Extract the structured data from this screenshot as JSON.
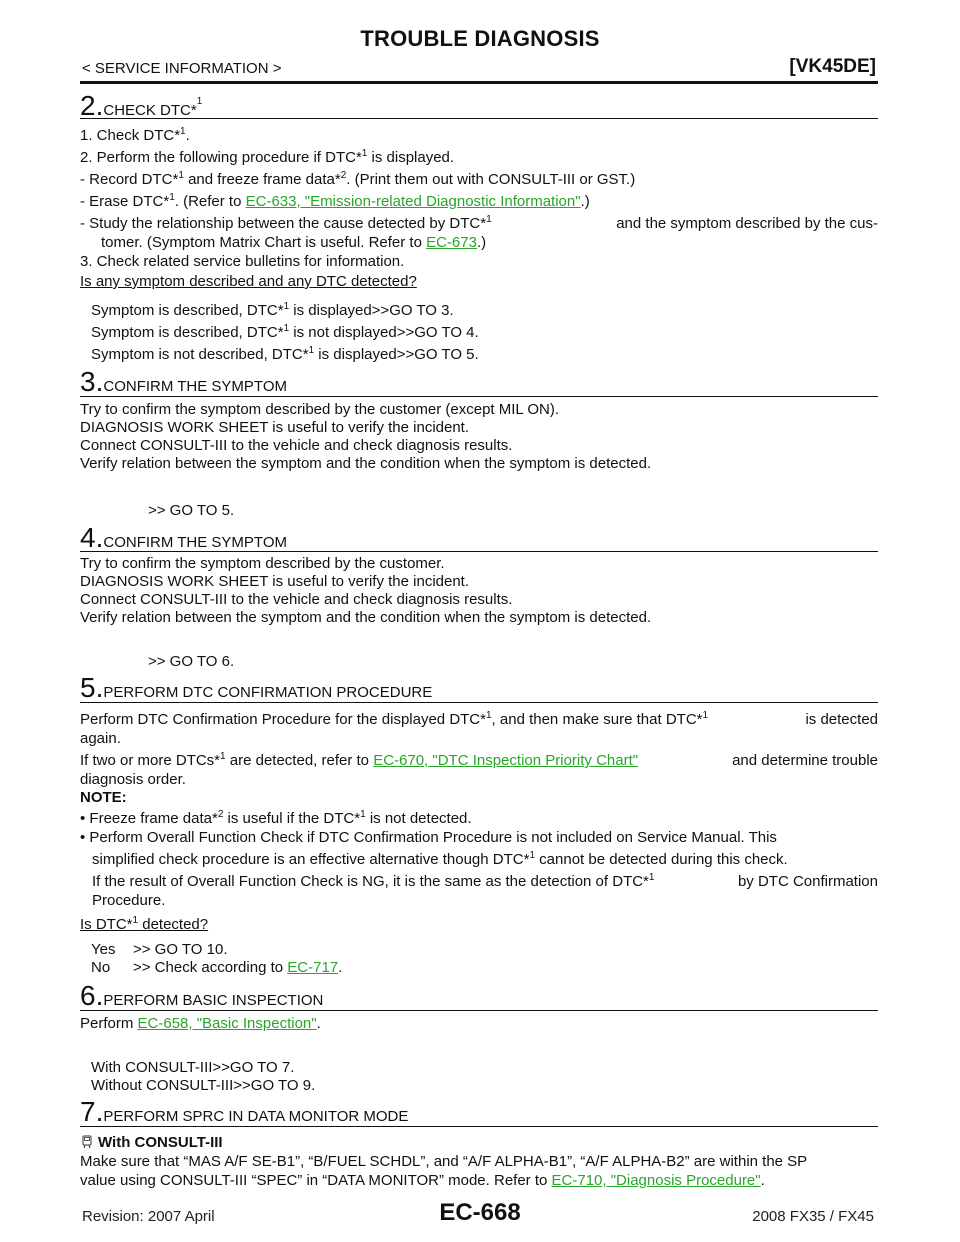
{
  "header": {
    "title": "TROUBLE DIAGNOSIS",
    "service_info": "< SERVICE INFORMATION >",
    "model": "[VK45DE]"
  },
  "step2": {
    "num": "2.",
    "title": "CHECK DTC*",
    "l1": "1. Check DTC*",
    "l2a": "2. Perform the following procedure if DTC*",
    "l2b": " is displayed.",
    "l3a": "- Record DTC*",
    "l3b": " and freeze frame data*",
    "l3c": ". (Print them out with CONSULT-III or GST.)",
    "l4a": "- Erase DTC*",
    "l4b": ". (Refer to ",
    "l4link": "EC-633, \"Emission-related Diagnostic Information\"",
    "l4c": ".)",
    "l5a": "- Study the relationship between the cause detected by DTC*",
    "l5b": " and the symptom described by the cus-",
    "l6a": "tomer. (Symptom Matrix Chart is useful. Refer to ",
    "l6link": "EC-673",
    "l6b": ".)",
    "l7": "3. Check related service bulletins for information.",
    "question": "Is any symptom described and any DTC detected?",
    "a1a": "Symptom is described, DTC*",
    "a1b": " is displayed>>GO TO 3.",
    "a2a": "Symptom is described, DTC*",
    "a2b": " is not displayed>>GO TO 4.",
    "a3a": "Symptom is not described, DTC*",
    "a3b": " is displayed>>GO TO 5."
  },
  "step3": {
    "num": "3.",
    "title": "CONFIRM THE SYMPTOM",
    "l1": "Try to confirm the symptom described by the customer (except MIL ON).",
    "l2": "DIAGNOSIS WORK SHEET is useful to verify the incident.",
    "l3": "Connect CONSULT-III to the vehicle and check diagnosis results.",
    "l4": "Verify relation between the symptom and the condition when the symptom is detected.",
    "goto": ">> GO TO 5."
  },
  "step4": {
    "num": "4.",
    "title": "CONFIRM THE SYMPTOM",
    "l1": "Try to confirm the symptom described by the customer.",
    "l2": "DIAGNOSIS WORK SHEET is useful to verify the incident.",
    "l3": "Connect CONSULT-III to the vehicle and check diagnosis results.",
    "l4": "Verify relation between the symptom and the condition when the symptom is detected.",
    "goto": ">> GO TO 6."
  },
  "step5": {
    "num": "5.",
    "title": "PERFORM DTC CONFIRMATION PROCEDURE",
    "l1a": "Perform DTC Confirmation Procedure for the displayed DTC*",
    "l1b": ", and then make sure that DTC*",
    "l1c": " is detected",
    "l2": "again.",
    "l3a": "If two or more DTCs*",
    "l3b": " are detected, refer to ",
    "l3link": "EC-670, \"DTC Inspection Priority Chart\"",
    "l3c": " and determine trouble",
    "l4": "diagnosis order.",
    "note": "NOTE:",
    "n1a": "• Freeze frame data*",
    "n1b": " is useful if the DTC*",
    "n1c": " is not detected.",
    "n2": "• Perform Overall Function Check if DTC Confirmation Procedure is not included on Service Manual. This",
    "n3a": "simplified check procedure is an effective alternative though DTC*",
    "n3b": " cannot be detected during this check.",
    "n4a": "If the result of Overall Function Check is NG, it is the same as the detection of DTC*",
    "n4b": " by DTC Confirmation",
    "n5": "Procedure.",
    "question_a": "Is DTC*",
    "question_b": " detected?",
    "yes_label": "Yes",
    "yes_val": ">> GO TO 10.",
    "no_label": "No",
    "no_val": ">> Check according to ",
    "no_link": "EC-717",
    "no_end": "."
  },
  "step6": {
    "num": "6.",
    "title": "PERFORM BASIC INSPECTION",
    "l1a": "Perform ",
    "l1link": "EC-658, \"Basic Inspection\"",
    "l1b": ".",
    "a1": "With CONSULT-III>>GO TO 7.",
    "a2": "Without CONSULT-III>>GO TO 9."
  },
  "step7": {
    "num": "7.",
    "title": "PERFORM SPRC IN DATA MONITOR MODE",
    "with": "With CONSULT-III",
    "l1": "Make sure that “MAS A/F SE-B1”, “B/FUEL SCHDL”, and “A/F ALPHA-B1”, “A/F ALPHA-B2” are within the SP",
    "l2a": "value using CONSULT-III “SPEC” in “DATA MONITOR” mode. Refer to ",
    "l2link": "EC-710, \"Diagnosis Procedure\"",
    "l2b": "."
  },
  "sup": {
    "one": "1",
    "two": "2"
  },
  "footer": {
    "revision": "Revision: 2007 April",
    "page": "EC-668",
    "model": "2008 FX35 / FX45"
  }
}
